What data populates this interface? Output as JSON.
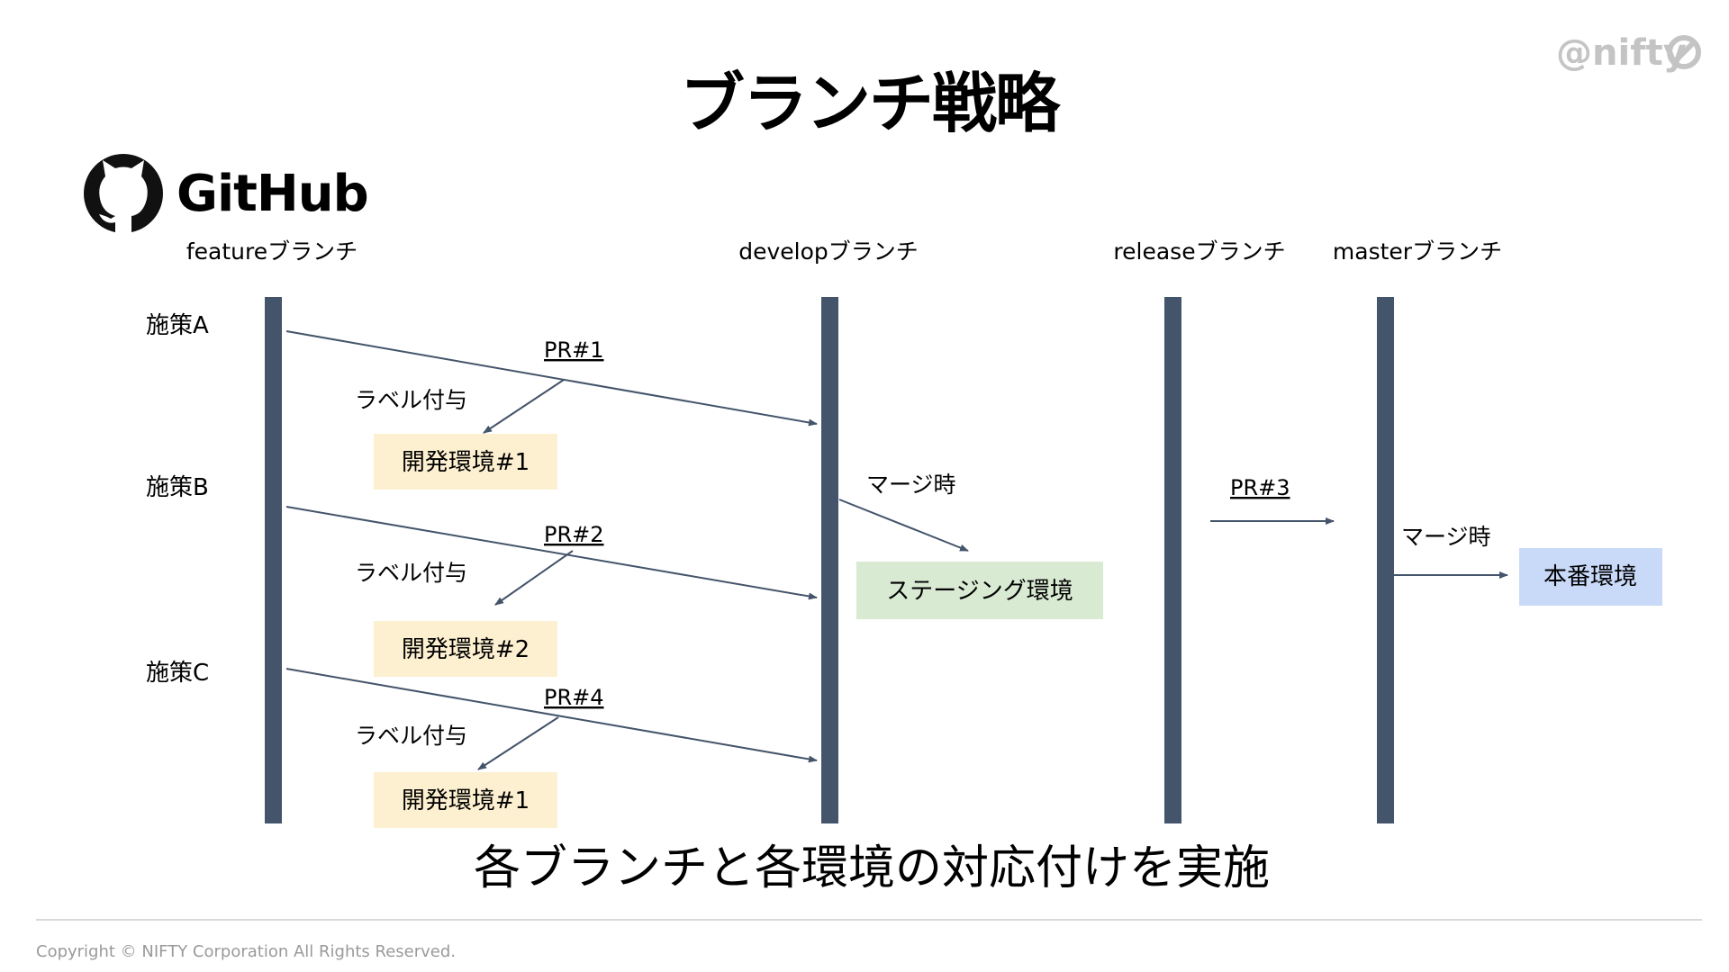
{
  "title": "ブランチ戦略",
  "brand": "@nifty",
  "github_label": "GitHub",
  "branches": {
    "feature": "featureブランチ",
    "develop": "developブランチ",
    "release": "releaseブランチ",
    "master": "masterブランチ"
  },
  "measures": [
    "施策A",
    "施策B",
    "施策C"
  ],
  "pull_requests": [
    "PR#1",
    "PR#2",
    "PR#4",
    "PR#3"
  ],
  "label_action": "ラベル付与",
  "merge_time": "マージ時",
  "environments": {
    "dev1": "開発環境#1",
    "dev2": "開発環境#2",
    "dev3": "開発環境#1",
    "staging": "ステージング環境",
    "production": "本番環境"
  },
  "subtitle": "各ブランチと各環境の対応付けを実施",
  "copyright": "Copyright © NIFTY Corporation All Rights Reserved.",
  "colors": {
    "branch_bar": "#44546a",
    "arrow": "#44546a",
    "dev_box": "#fdf0d0",
    "staging_box": "#d9ead3",
    "production_box": "#c9daf8"
  }
}
